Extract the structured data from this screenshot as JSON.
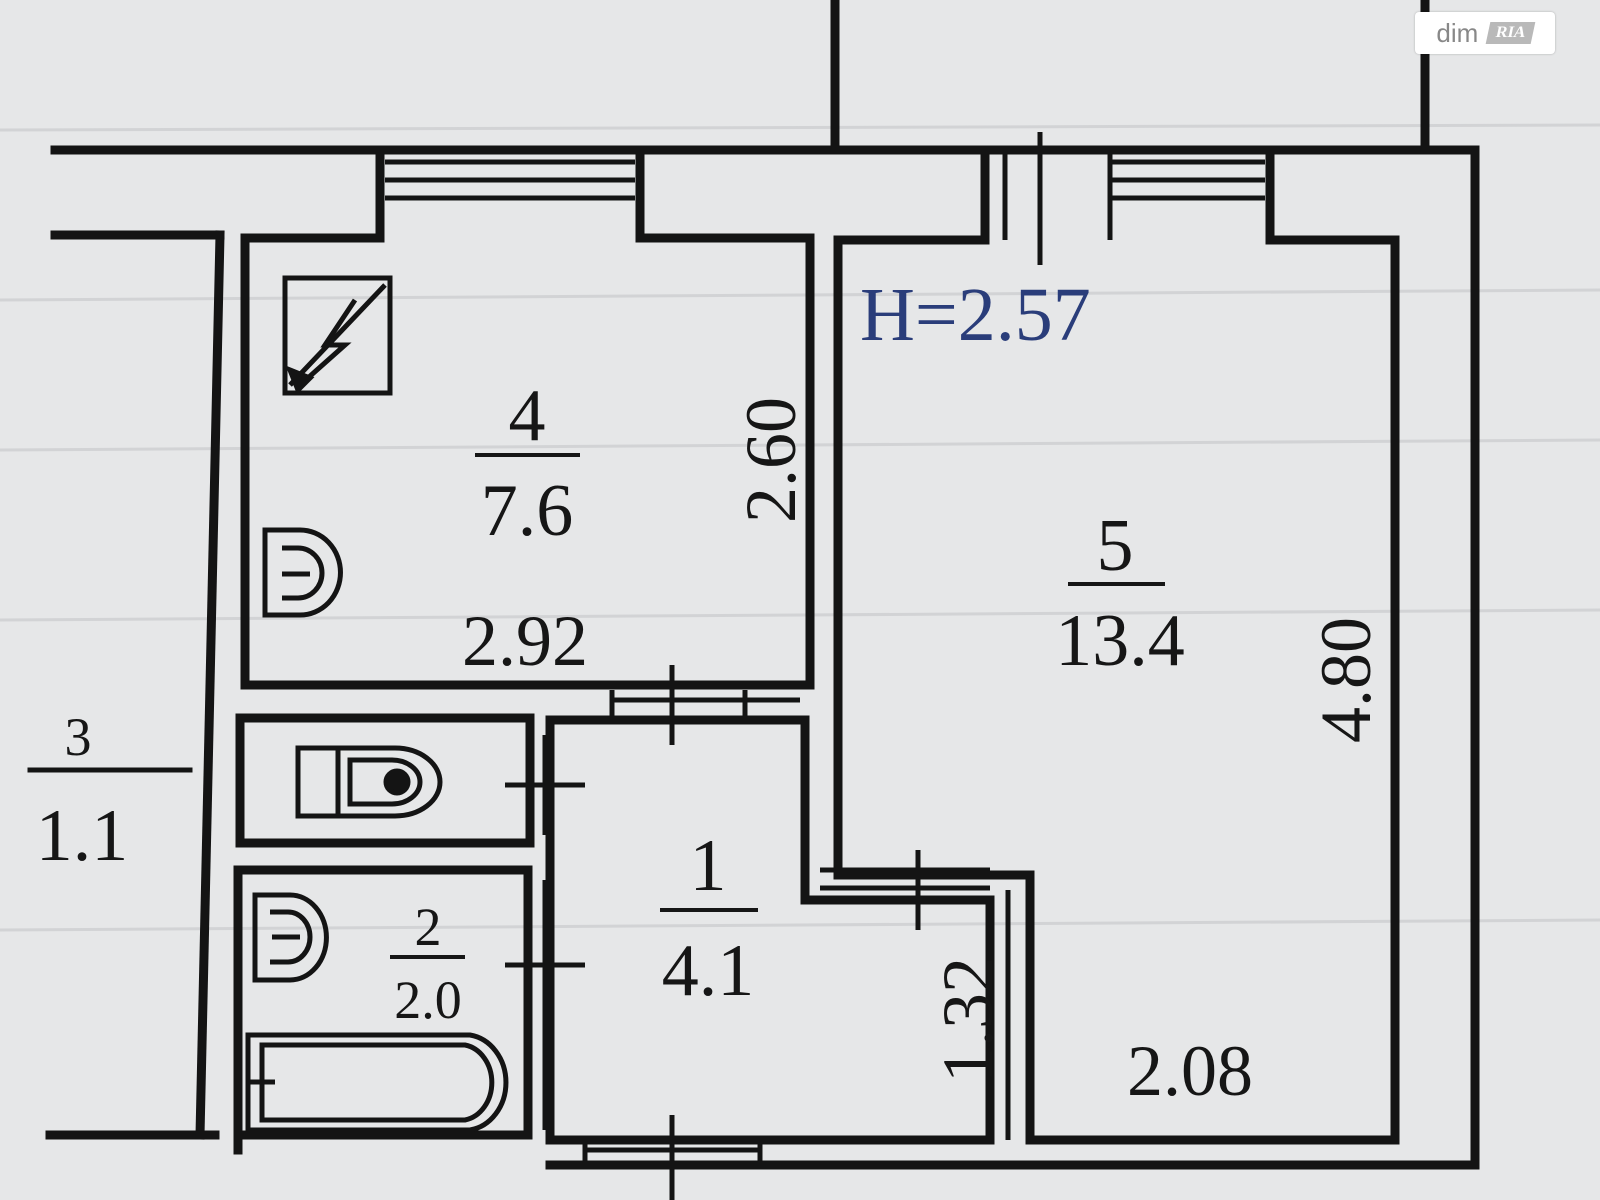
{
  "watermark": {
    "brand": "dim",
    "brand_badge": "RIA"
  },
  "plan": {
    "ceiling_height": "H=2.57",
    "rooms": [
      {
        "number": "1",
        "area": "4.1"
      },
      {
        "number": "2",
        "area": "2.0"
      },
      {
        "number": "3",
        "area": "1.1"
      },
      {
        "number": "4",
        "area": "7.6"
      },
      {
        "number": "5",
        "area": "13.4"
      }
    ],
    "dimensions": {
      "room4_width": "2.92",
      "room4_depth": "2.60",
      "room5_depth": "4.80",
      "room5_width": "2.08",
      "hall_length": "1.32"
    },
    "icons": [
      "electric-panel-icon",
      "sink-icon",
      "toilet-icon",
      "bathtub-icon"
    ]
  }
}
